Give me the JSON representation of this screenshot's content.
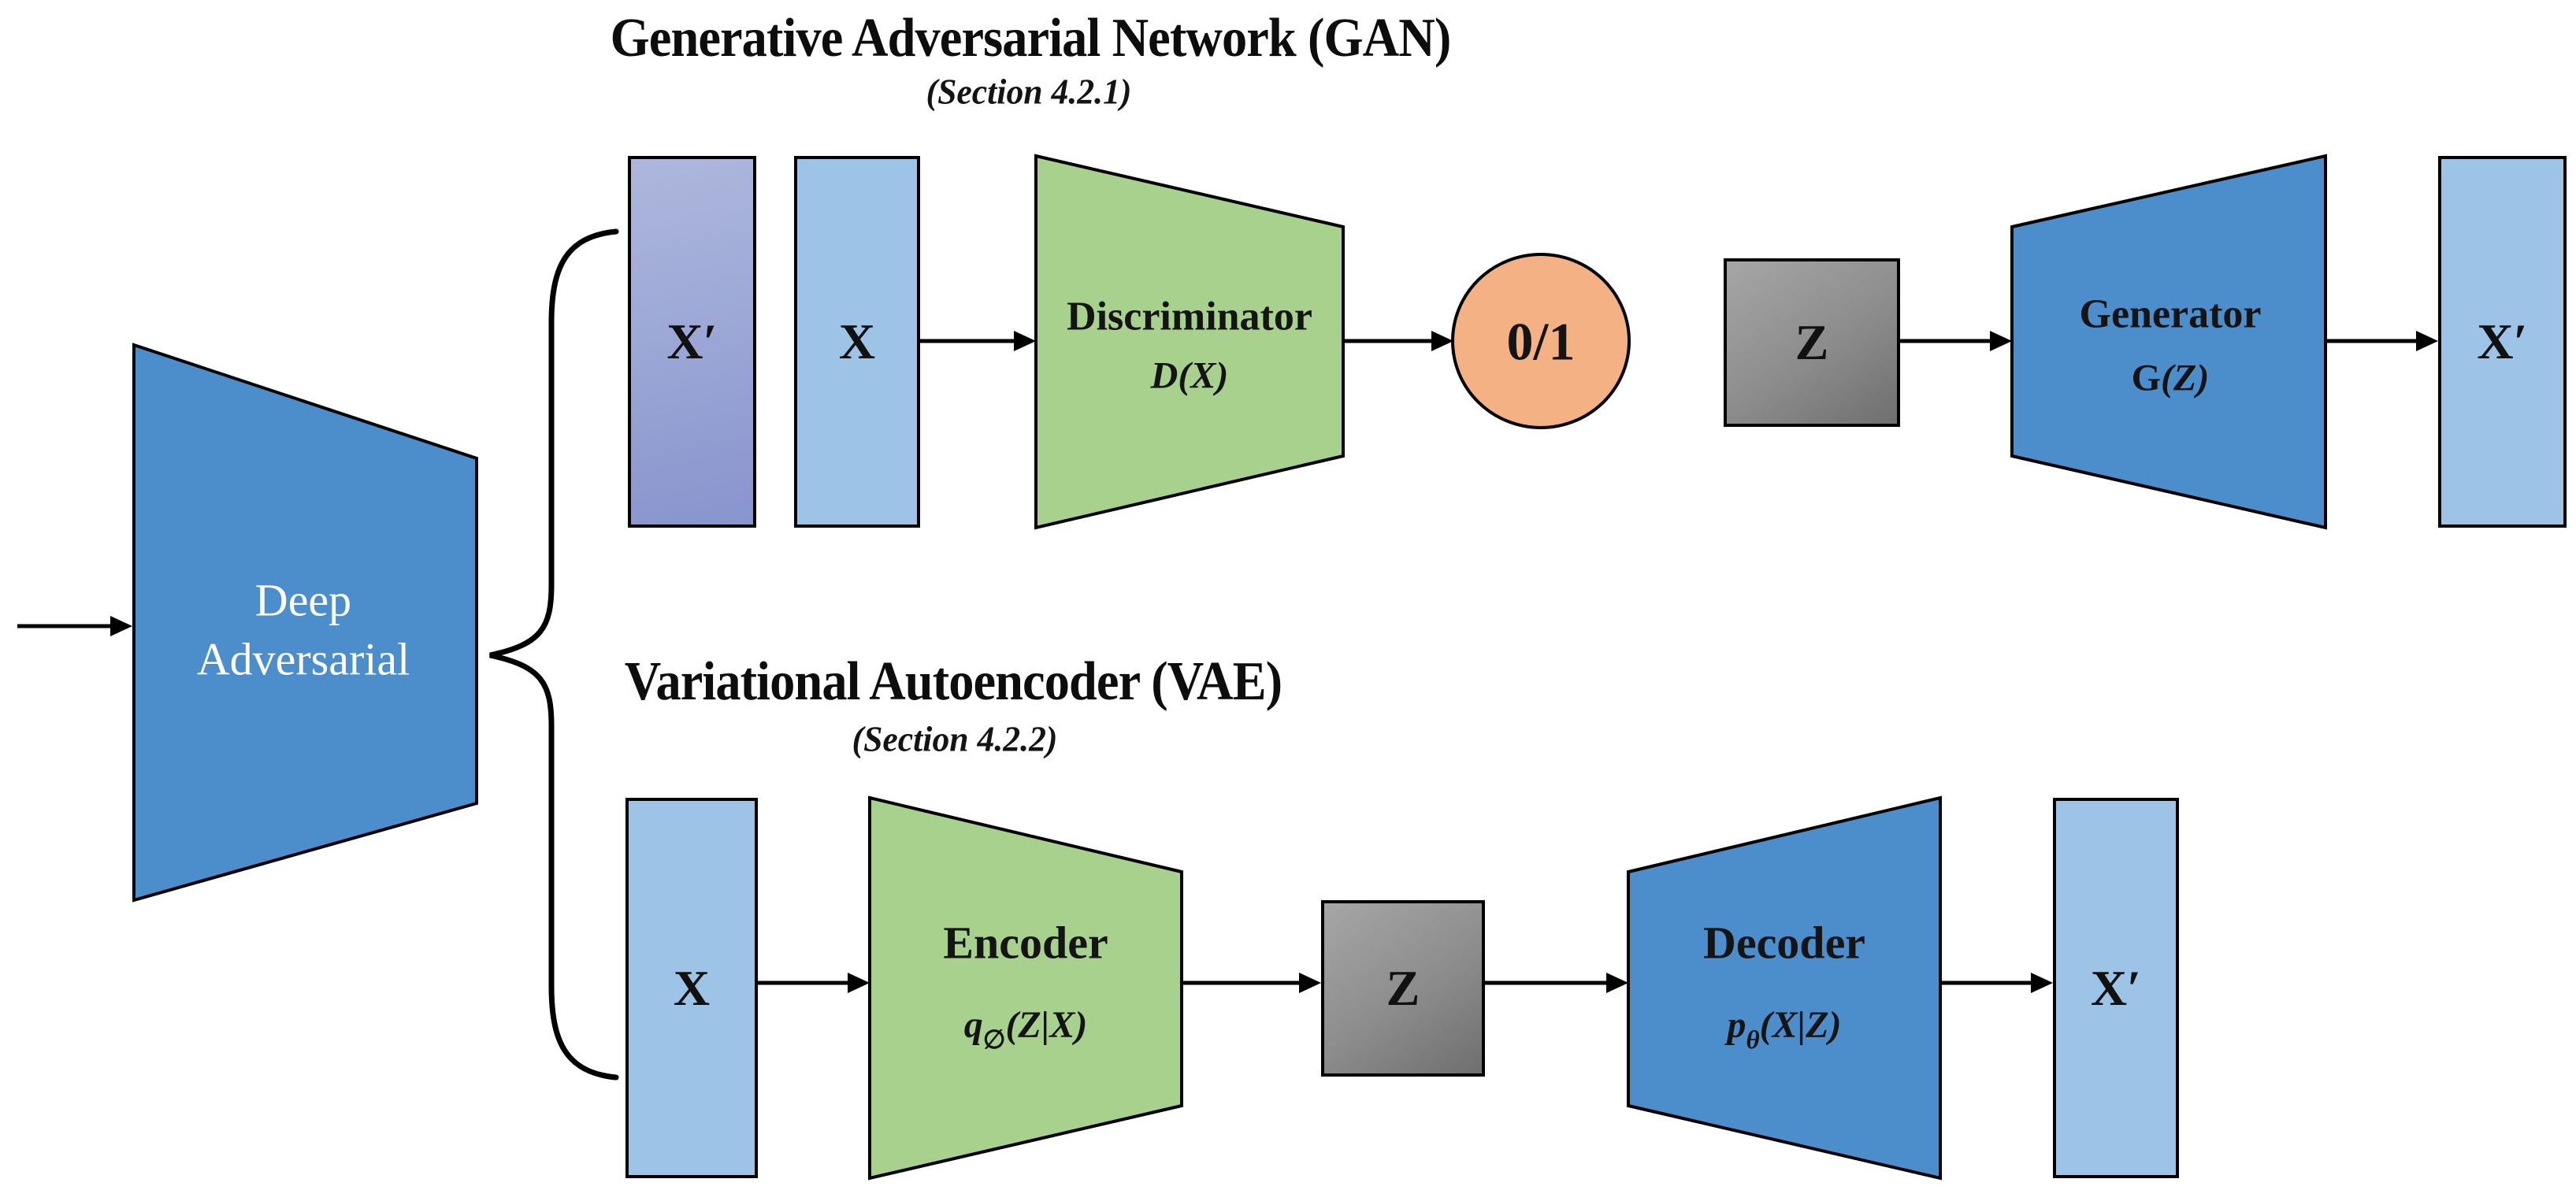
{
  "root": {
    "label_line1": "Deep",
    "label_line2": "Adversarial"
  },
  "gan": {
    "title": "Generative Adversarial Network (GAN)",
    "section": "(Section 4.2.1)",
    "x_prime_label": "X′",
    "x_label": "X",
    "discriminator_label": "Discriminator",
    "discriminator_formula": "D(X)",
    "output_label": "0/1",
    "z_label": "Z",
    "generator_label": "Generator",
    "generator_formula_fn": "G",
    "generator_formula_rest": "(Z)",
    "x_prime_out_label": "X′"
  },
  "vae": {
    "title": "Variational Autoencoder (VAE)",
    "section": "(Section 4.2.2)",
    "x_label": "X",
    "encoder_label": "Encoder",
    "encoder_formula_fn": "q",
    "encoder_formula_sub": "∅",
    "encoder_formula_rest": "(Z|X)",
    "z_label": "Z",
    "decoder_label": "Decoder",
    "decoder_formula_fn": "p",
    "decoder_formula_sub": "θ",
    "decoder_formula_rest": "(X|Z)",
    "x_prime_label": "X′"
  },
  "colors": {
    "trapezoid_blue": "#4b8ecb",
    "light_blue_box": "#9dc3e6",
    "periwinkle_gradient_top": "#aeb7dc",
    "periwinkle_gradient_bottom": "#8894cd",
    "green_trapezoid": "#a9d18e",
    "orange_circle": "#f4b183",
    "gray_gradient_top": "#a6a6a6",
    "gray_gradient_bottom": "#6f6f6f",
    "outline": "#000000",
    "deep_label_text": "#ffffff"
  }
}
